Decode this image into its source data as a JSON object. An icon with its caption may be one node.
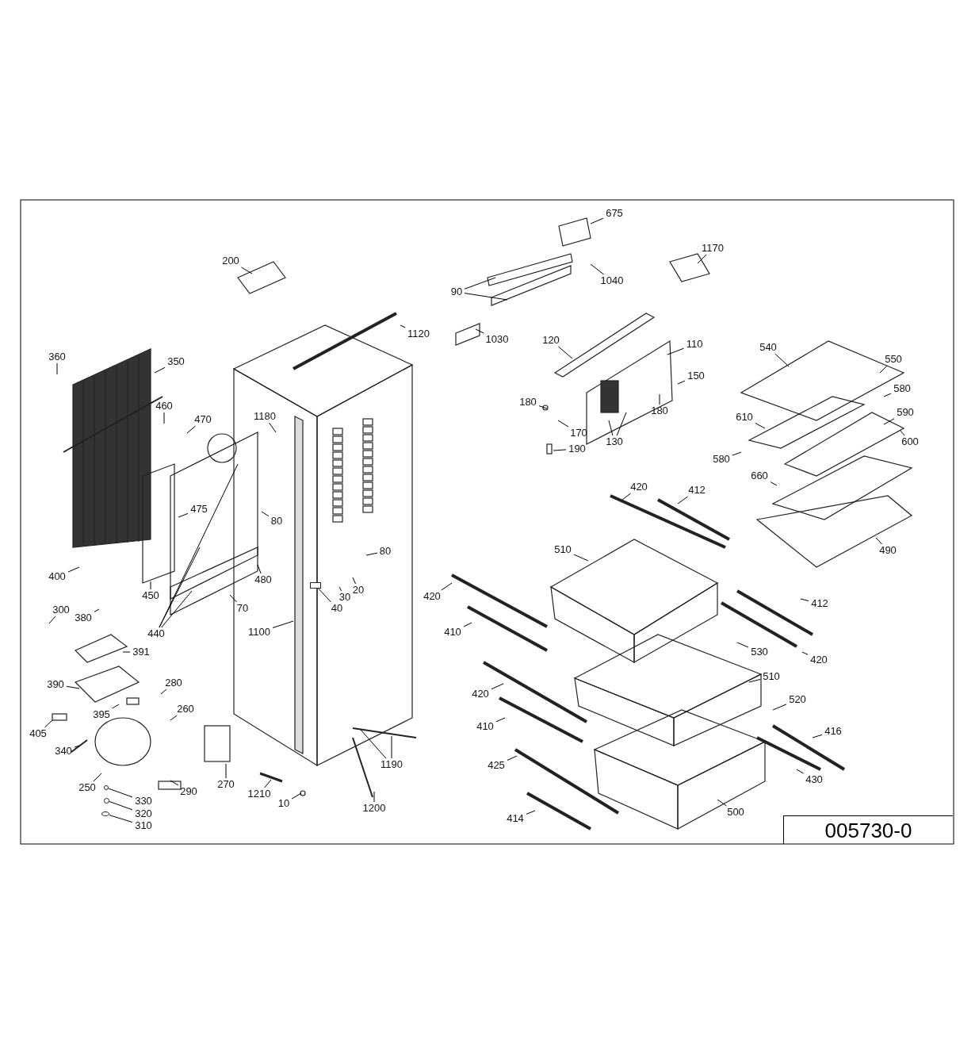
{
  "diagram": {
    "nodes": [
      {
        "text": [
          "675"
        ]
      },
      {
        "text": [
          "1170"
        ]
      },
      {
        "text": [
          "90"
        ]
      },
      {
        "text": [
          "1040"
        ]
      },
      {
        "text": [
          "200"
        ]
      },
      {
        "text": [
          "1120"
        ]
      },
      {
        "text": [
          "1030"
        ]
      },
      {
        "text": [
          "120"
        ]
      },
      {
        "text": [
          "110"
        ]
      },
      {
        "text": [
          "540"
        ]
      },
      {
        "text": [
          "550"
        ]
      },
      {
        "text": [
          "360"
        ]
      },
      {
        "text": [
          "350"
        ]
      },
      {
        "text": [
          "150"
        ]
      },
      {
        "text": [
          "580"
        ]
      },
      {
        "text": [
          "180"
        ]
      },
      {
        "text": [
          "180"
        ]
      },
      {
        "text": [
          "1180"
        ]
      },
      {
        "text": [
          "460"
        ]
      },
      {
        "text": [
          "470"
        ]
      },
      {
        "text": [
          "170"
        ]
      },
      {
        "text": [
          "130"
        ]
      },
      {
        "text": [
          "610"
        ]
      },
      {
        "text": [
          "590"
        ]
      },
      {
        "text": [
          "600"
        ]
      },
      {
        "text": [
          "190"
        ]
      },
      {
        "text": [
          "580"
        ]
      },
      {
        "text": [
          "660"
        ]
      },
      {
        "text": [
          "420"
        ]
      },
      {
        "text": [
          "412"
        ]
      },
      {
        "text": [
          "475"
        ]
      },
      {
        "text": [
          "80"
        ]
      },
      {
        "text": [
          "490"
        ]
      },
      {
        "text": [
          "80"
        ]
      },
      {
        "text": [
          "510"
        ]
      },
      {
        "text": [
          "400"
        ]
      },
      {
        "text": [
          "480"
        ]
      },
      {
        "text": [
          "20"
        ]
      },
      {
        "text": [
          "30"
        ]
      },
      {
        "text": [
          "40"
        ]
      },
      {
        "text": [
          "420"
        ]
      },
      {
        "text": [
          "380"
        ]
      },
      {
        "text": [
          "450"
        ]
      },
      {
        "text": [
          "70"
        ]
      },
      {
        "text": [
          "440"
        ]
      },
      {
        "text": [
          "412"
        ]
      },
      {
        "text": [
          "300"
        ]
      },
      {
        "text": [
          "410"
        ]
      },
      {
        "text": [
          "1100"
        ]
      },
      {
        "text": [
          "420"
        ]
      },
      {
        "text": [
          "391"
        ]
      },
      {
        "text": [
          "530"
        ]
      },
      {
        "text": [
          "510"
        ]
      },
      {
        "text": [
          "390"
        ]
      },
      {
        "text": [
          "280"
        ]
      },
      {
        "text": [
          "420"
        ]
      },
      {
        "text": [
          "520"
        ]
      },
      {
        "text": [
          "395"
        ]
      },
      {
        "text": [
          "260"
        ]
      },
      {
        "text": [
          "410"
        ]
      },
      {
        "text": [
          "416"
        ]
      },
      {
        "text": [
          "405"
        ]
      },
      {
        "text": [
          "340"
        ]
      },
      {
        "text": [
          "1190"
        ]
      },
      {
        "text": [
          "270"
        ]
      },
      {
        "text": [
          "425"
        ]
      },
      {
        "text": [
          "250"
        ]
      },
      {
        "text": [
          "290"
        ]
      },
      {
        "text": [
          "430"
        ]
      },
      {
        "text": [
          "1210"
        ]
      },
      {
        "text": [
          "1200"
        ]
      },
      {
        "text": [
          "10"
        ]
      },
      {
        "text": [
          "330"
        ]
      },
      {
        "text": [
          "320"
        ]
      },
      {
        "text": [
          "310"
        ]
      },
      {
        "text": [
          "500"
        ]
      },
      {
        "text": [
          "414"
        ]
      },
      {
        "text": [],
        "shape": "box"
      },
      {
        "text": [],
        "shape": "circle"
      },
      {
        "text": [],
        "shape": "circle"
      },
      {
        "text": [],
        "shape": "circle"
      }
    ],
    "edges": [
      {
        "from": 0,
        "to": null,
        "arrow": "none"
      },
      {
        "from": 1,
        "to": null,
        "arrow": "none"
      },
      {
        "from": 2,
        "to": null,
        "arrow": "none"
      },
      {
        "from": 2,
        "to": null,
        "arrow": "none"
      },
      {
        "from": 3,
        "to": null,
        "arrow": "none"
      },
      {
        "from": 4,
        "to": null,
        "arrow": "none"
      },
      {
        "from": 5,
        "to": null,
        "arrow": "none"
      },
      {
        "from": 6,
        "to": null,
        "arrow": "none"
      },
      {
        "from": 7,
        "to": null,
        "arrow": "none"
      },
      {
        "from": 8,
        "to": null,
        "arrow": "none"
      },
      {
        "from": 9,
        "to": null,
        "arrow": "none"
      },
      {
        "from": 10,
        "to": null,
        "arrow": "none"
      },
      {
        "from": 11,
        "to": null,
        "arrow": "none"
      },
      {
        "from": 12,
        "to": null,
        "arrow": "none"
      },
      {
        "from": 13,
        "to": null,
        "arrow": "none"
      },
      {
        "from": 14,
        "to": null,
        "arrow": "none"
      },
      {
        "from": 15,
        "to": null,
        "arrow": "none"
      },
      {
        "from": 16,
        "to": null,
        "arrow": "none"
      },
      {
        "from": 17,
        "to": null,
        "arrow": "none"
      },
      {
        "from": 18,
        "to": null,
        "arrow": "none"
      },
      {
        "from": 19,
        "to": null,
        "arrow": "none"
      },
      {
        "from": 20,
        "to": null,
        "arrow": "none"
      },
      {
        "from": 21,
        "to": null,
        "arrow": "none"
      },
      {
        "from": 21,
        "to": null,
        "arrow": "none"
      },
      {
        "from": 22,
        "to": null,
        "arrow": "none"
      },
      {
        "from": 23,
        "to": null,
        "arrow": "none"
      },
      {
        "from": 24,
        "to": null,
        "arrow": "none"
      },
      {
        "from": 25,
        "to": null,
        "arrow": "none"
      },
      {
        "from": 26,
        "to": null,
        "arrow": "none"
      },
      {
        "from": 27,
        "to": null,
        "arrow": "none"
      },
      {
        "from": 28,
        "to": null,
        "arrow": "none"
      },
      {
        "from": 29,
        "to": null,
        "arrow": "none"
      },
      {
        "from": 30,
        "to": null,
        "arrow": "none"
      },
      {
        "from": 31,
        "to": null,
        "arrow": "none"
      },
      {
        "from": 32,
        "to": null,
        "arrow": "none"
      },
      {
        "from": 33,
        "to": null,
        "arrow": "none"
      },
      {
        "from": 34,
        "to": null,
        "arrow": "none"
      },
      {
        "from": 35,
        "to": null,
        "arrow": "none"
      },
      {
        "from": 36,
        "to": null,
        "arrow": "none"
      },
      {
        "from": 37,
        "to": null,
        "arrow": "none"
      },
      {
        "from": 38,
        "to": null,
        "arrow": "none"
      },
      {
        "from": 39,
        "to": 77,
        "arrow": "none"
      },
      {
        "from": 40,
        "to": null,
        "arrow": "none"
      },
      {
        "from": 41,
        "to": null,
        "arrow": "none"
      },
      {
        "from": 42,
        "to": null,
        "arrow": "none"
      },
      {
        "from": 43,
        "to": null,
        "arrow": "none"
      },
      {
        "from": 44,
        "to": null,
        "arrow": "none"
      },
      {
        "from": 44,
        "to": null,
        "arrow": "none"
      },
      {
        "from": 44,
        "to": null,
        "arrow": "none"
      },
      {
        "from": 45,
        "to": null,
        "arrow": "none"
      },
      {
        "from": 46,
        "to": null,
        "arrow": "none"
      },
      {
        "from": 47,
        "to": null,
        "arrow": "none"
      },
      {
        "from": 48,
        "to": null,
        "arrow": "none"
      },
      {
        "from": 49,
        "to": null,
        "arrow": "none"
      },
      {
        "from": 50,
        "to": null,
        "arrow": "none"
      },
      {
        "from": 51,
        "to": null,
        "arrow": "none"
      },
      {
        "from": 52,
        "to": null,
        "arrow": "none"
      },
      {
        "from": 53,
        "to": null,
        "arrow": "none"
      },
      {
        "from": 54,
        "to": null,
        "arrow": "none"
      },
      {
        "from": 55,
        "to": null,
        "arrow": "none"
      },
      {
        "from": 56,
        "to": null,
        "arrow": "none"
      },
      {
        "from": 57,
        "to": null,
        "arrow": "none"
      },
      {
        "from": 58,
        "to": null,
        "arrow": "none"
      },
      {
        "from": 59,
        "to": null,
        "arrow": "none"
      },
      {
        "from": 60,
        "to": null,
        "arrow": "none"
      },
      {
        "from": 61,
        "to": null,
        "arrow": "none"
      },
      {
        "from": 62,
        "to": null,
        "arrow": "none"
      },
      {
        "from": 63,
        "to": null,
        "arrow": "none"
      },
      {
        "from": 63,
        "to": null,
        "arrow": "none"
      },
      {
        "from": 64,
        "to": null,
        "arrow": "none"
      },
      {
        "from": 65,
        "to": null,
        "arrow": "none"
      },
      {
        "from": 66,
        "to": null,
        "arrow": "none"
      },
      {
        "from": 67,
        "to": null,
        "arrow": "none"
      },
      {
        "from": 68,
        "to": null,
        "arrow": "none"
      },
      {
        "from": 69,
        "to": null,
        "arrow": "none"
      },
      {
        "from": 70,
        "to": null,
        "arrow": "none"
      },
      {
        "from": 71,
        "to": null,
        "arrow": "none"
      },
      {
        "from": 72,
        "to": 78,
        "arrow": "none"
      },
      {
        "from": 73,
        "to": 79,
        "arrow": "none"
      },
      {
        "from": 74,
        "to": 80,
        "arrow": "none"
      },
      {
        "from": 75,
        "to": null,
        "arrow": "none"
      },
      {
        "from": 76,
        "to": null,
        "arrow": "none"
      }
    ],
    "labels": [
      "005730-0"
    ]
  }
}
